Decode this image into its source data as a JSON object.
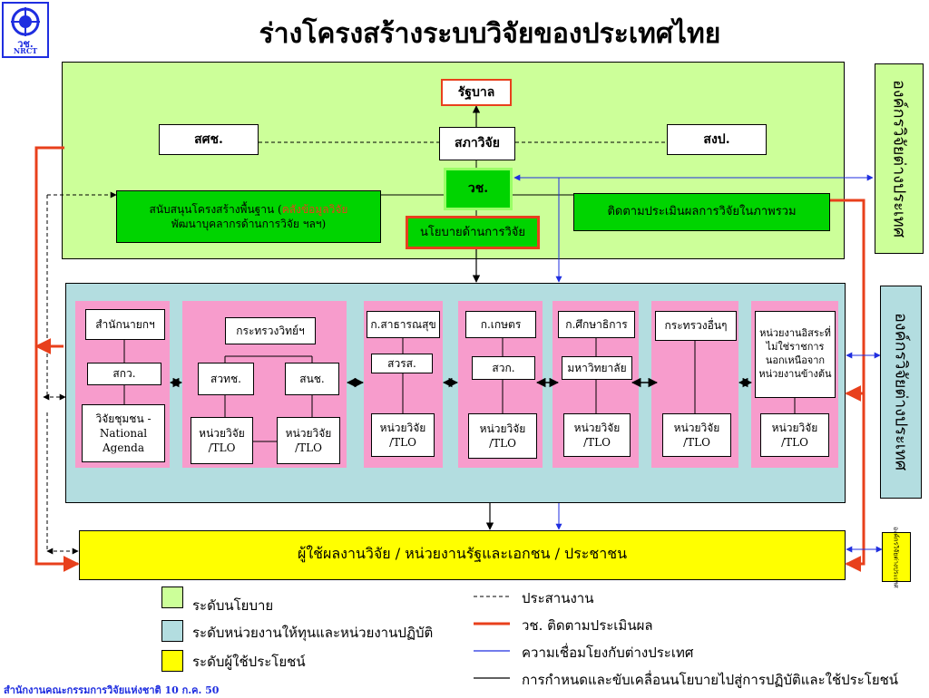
{
  "title": "ร่างโครงสร้างระบบวิจัยของประเทศไทย",
  "logo": {
    "text1": "วช.",
    "text2": "NRCT"
  },
  "footer": "สำนักงานคณะกรรมการวิจัยแห่งชาติ 10 ก.ค. 50",
  "colors": {
    "policy_level": "#ccff99",
    "funding_level": "#b3dde0",
    "user_level": "#ffff00",
    "unit_group": "#f79ccc",
    "monitor_red": "#e8401c",
    "intl_blue": "#1f2ee0"
  },
  "policy": {
    "government": "รัฐบาล",
    "council": "สภาวิจัย",
    "nesdb": "สศช.",
    "budget": "สงป.",
    "nrct": "วช.",
    "support_pre": "สนับสนุนโครงสร้างพื้นฐาน (",
    "support_red": "คลังข้อมูลวิจัย",
    "support_post": "พัฒนาบุคลากรด้านการวิจัย ฯลฯ)",
    "policy_box": "นโยบายด้านการวิจัย",
    "monitor": "ติดตามประเมินผลการวิจัยในภาพรวม"
  },
  "intl": {
    "label1": "องค์กรวิจัยต่างประเทศ",
    "label2": "องค์กรวิจัยต่างประเทศ",
    "label3": "องค์กรวิจัยต่างประเทศ"
  },
  "units": {
    "pm_office": "สำนักนายกฯ",
    "trf": "สกว.",
    "community": "วิจัยชุมชน -\nNational Agenda",
    "most": "กระทรวงวิทย์ฯ",
    "nstda": "สวทช.",
    "nia": "สนช.",
    "unit_tlo": "หน่วยวิจัย\n/TLO",
    "health": "ก.สาธารณสุข",
    "hsri": "สวรส.",
    "agri": "ก.เกษตร",
    "arda": "สวก.",
    "edu": "ก.ศึกษาธิการ",
    "univ": "มหาวิทยาลัย",
    "other": "กระทรวงอื่นๆ",
    "indep": "หน่วยงานอิสระที่\nไม่ใช่ราชการ\nนอกเหนือจาก\nหน่วยงานข้างต้น"
  },
  "users": "ผู้ใช้ผลงานวิจัย / หน่วยงานรัฐและเอกชน / ประชาชน",
  "legend": {
    "policy_level": "ระดับนโยบาย",
    "funding_level": "ระดับหน่วยงานให้ทุนและหน่วยงานปฏิบัติ",
    "user_level": "ระดับผู้ใช้ประโยชน์",
    "coordinate": "ประสานงาน",
    "monitor": "วช. ติดตามประเมินผล",
    "intl_link": "ความเชื่อมโยงกับต่างประเทศ",
    "drive": "การกำหนดและขับเคลื่อนนโยบายไปสู่การปฏิบัติและใช้ประโยชน์"
  }
}
